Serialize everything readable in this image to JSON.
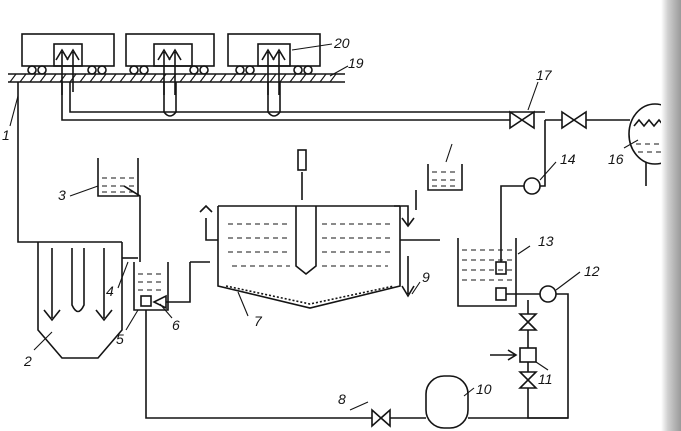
{
  "labels": [
    "1",
    "2",
    "3",
    "4",
    "5",
    "6",
    "7",
    "8",
    "9",
    "10",
    "11",
    "12",
    "13",
    "14",
    "16",
    "17",
    "19",
    "20"
  ]
}
